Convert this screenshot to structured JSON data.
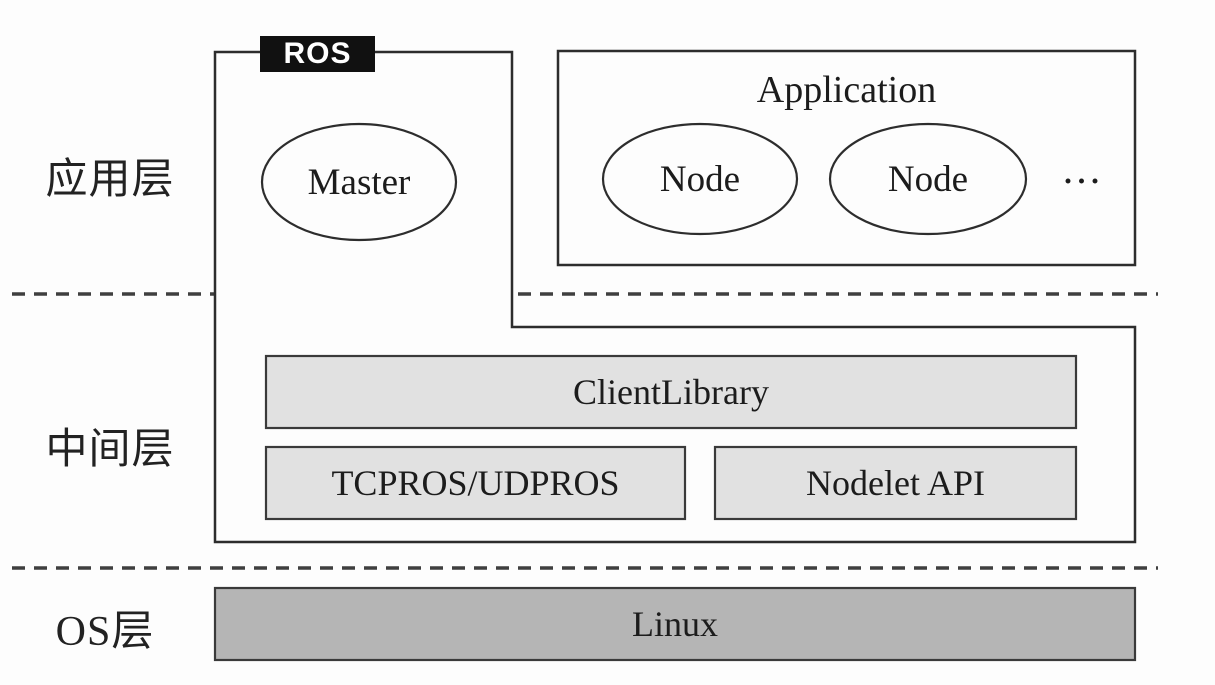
{
  "diagram": {
    "title_semantic": "ROS architecture layers diagram",
    "ros_badge": "ROS",
    "layer_labels": {
      "application": "应用层",
      "middleware": "中间层",
      "os": "OS层"
    },
    "application_layer": {
      "master_label": "Master",
      "application_box": {
        "title": "Application",
        "nodes": [
          "Node",
          "Node"
        ],
        "ellipsis": "..."
      }
    },
    "middleware_layer": {
      "client_library": "ClientLibrary",
      "transport": "TCPROS/UDPROS",
      "nodelet_api": "Nodelet API"
    },
    "os_layer": {
      "os_name": "Linux"
    },
    "colors": {
      "light_box_fill": "#e1e1e1",
      "os_box_fill": "#b5b5b5",
      "line_color": "#2d2d2d",
      "dashed_line_color": "#3f3f3f",
      "ros_badge_bg": "#111111",
      "ros_badge_text": "#ffffff"
    }
  }
}
